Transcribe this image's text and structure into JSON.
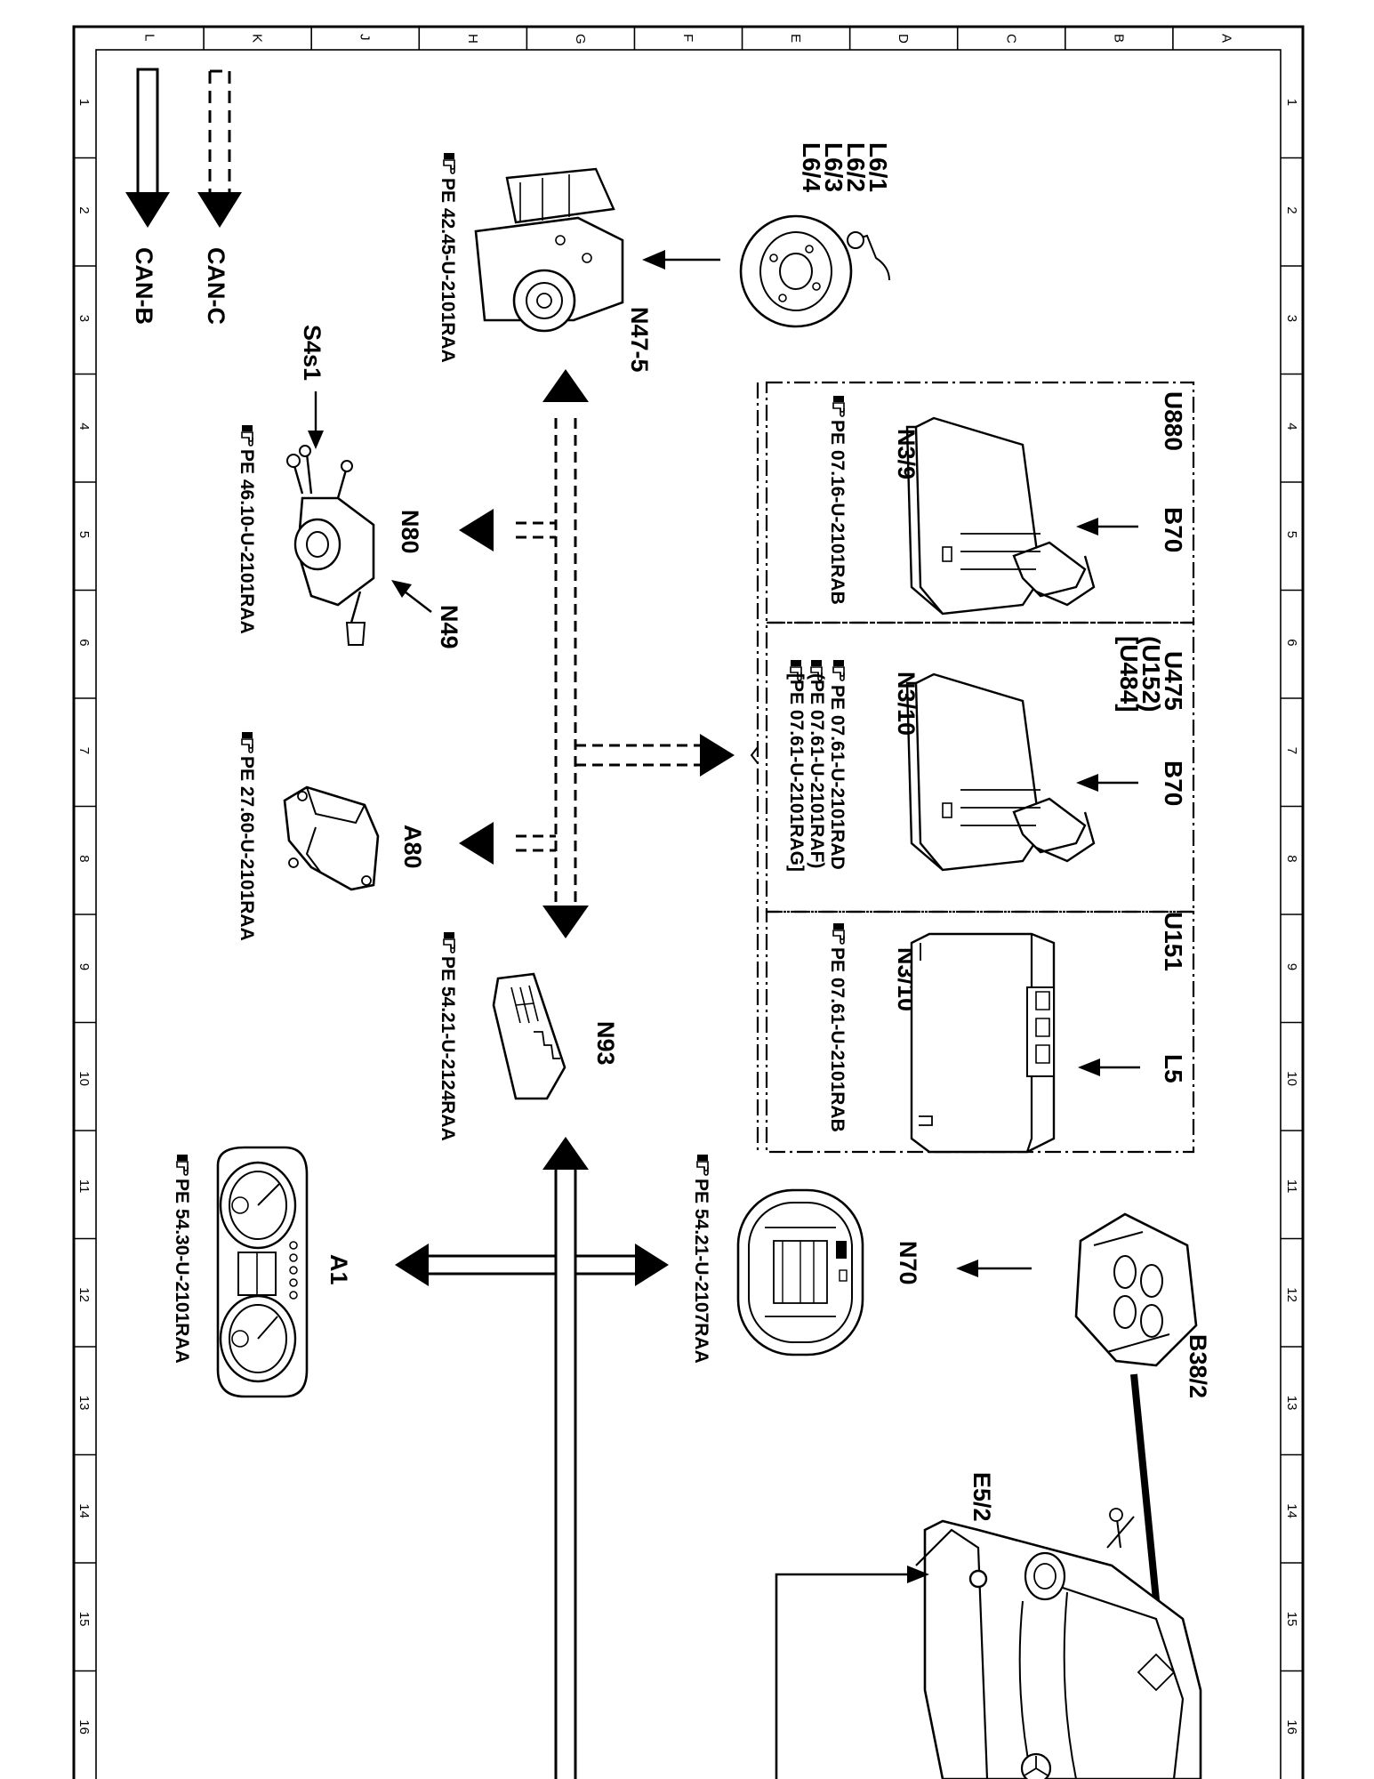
{
  "grid": {
    "columns": [
      "L",
      "K",
      "J",
      "H",
      "G",
      "F",
      "E",
      "D",
      "C",
      "B",
      "A"
    ],
    "rows": [
      "1",
      "2",
      "3",
      "4",
      "5",
      "6",
      "7",
      "8",
      "9",
      "10",
      "11",
      "12",
      "13",
      "14",
      "15",
      "16"
    ]
  },
  "legend": {
    "can_c": "CAN-C",
    "can_b": "CAN-B"
  },
  "components": {
    "l6": {
      "lines": [
        "L6/1",
        "L6/2",
        "L6/3",
        "L6/4"
      ]
    },
    "n47": {
      "id": "N47-5",
      "ref": "PE 42.45-U-2101RAA"
    },
    "s4s1": {
      "id": "S4s1"
    },
    "n80": {
      "id": "N80",
      "ref": "PE 46.10-U-2101RAA"
    },
    "n49": {
      "id": "N49"
    },
    "a80": {
      "id": "A80",
      "ref": "PE 27.60-U-2101RAA"
    },
    "n93": {
      "id": "N93",
      "ref": "PE 54.21-U-2124RAA"
    },
    "a1": {
      "id": "A1",
      "ref": "PE 54.30-U-2101RAA"
    },
    "n70": {
      "id": "N70",
      "ref": "PE 54.21-U-2107RAA"
    },
    "b38": {
      "id": "B38/2"
    },
    "e5": {
      "id": "E5/2"
    },
    "box1": {
      "code": "U880",
      "sensor": "B70",
      "id": "N3/9",
      "ref": "PE 07.16-U-2101RAB"
    },
    "box2": {
      "codes": [
        "U475",
        "(U152)",
        "[U484]"
      ],
      "sensor": "B70",
      "id": "N3/10",
      "refs": [
        "PE 07.61-U-2101RAD",
        "(PE 07.61-U-2101RAF)",
        "[PE 07.61-U-2101RAG]"
      ]
    },
    "box3": {
      "code": "U151",
      "sensor": "L5",
      "id": "N3/10",
      "ref": "PE 07.61-U-2101RAB"
    }
  }
}
